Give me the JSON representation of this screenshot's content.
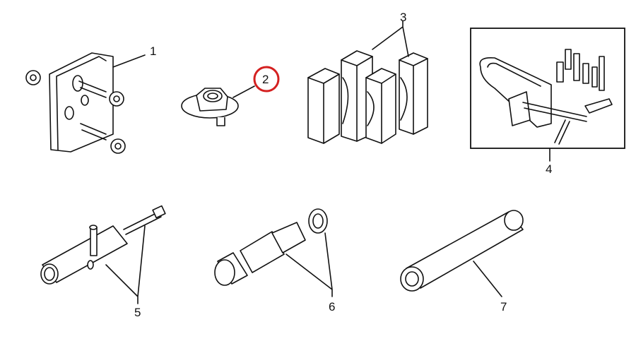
{
  "diagram": {
    "highlight_color": "#d42020",
    "highlighted_part": "2",
    "parts": [
      {
        "id": "part-1",
        "label": "1"
      },
      {
        "id": "part-2",
        "label": "2"
      },
      {
        "id": "part-3",
        "label": "3"
      },
      {
        "id": "part-4",
        "label": "4"
      },
      {
        "id": "part-5",
        "label": "5"
      },
      {
        "id": "part-6",
        "label": "6"
      },
      {
        "id": "part-7",
        "label": "7"
      }
    ]
  }
}
